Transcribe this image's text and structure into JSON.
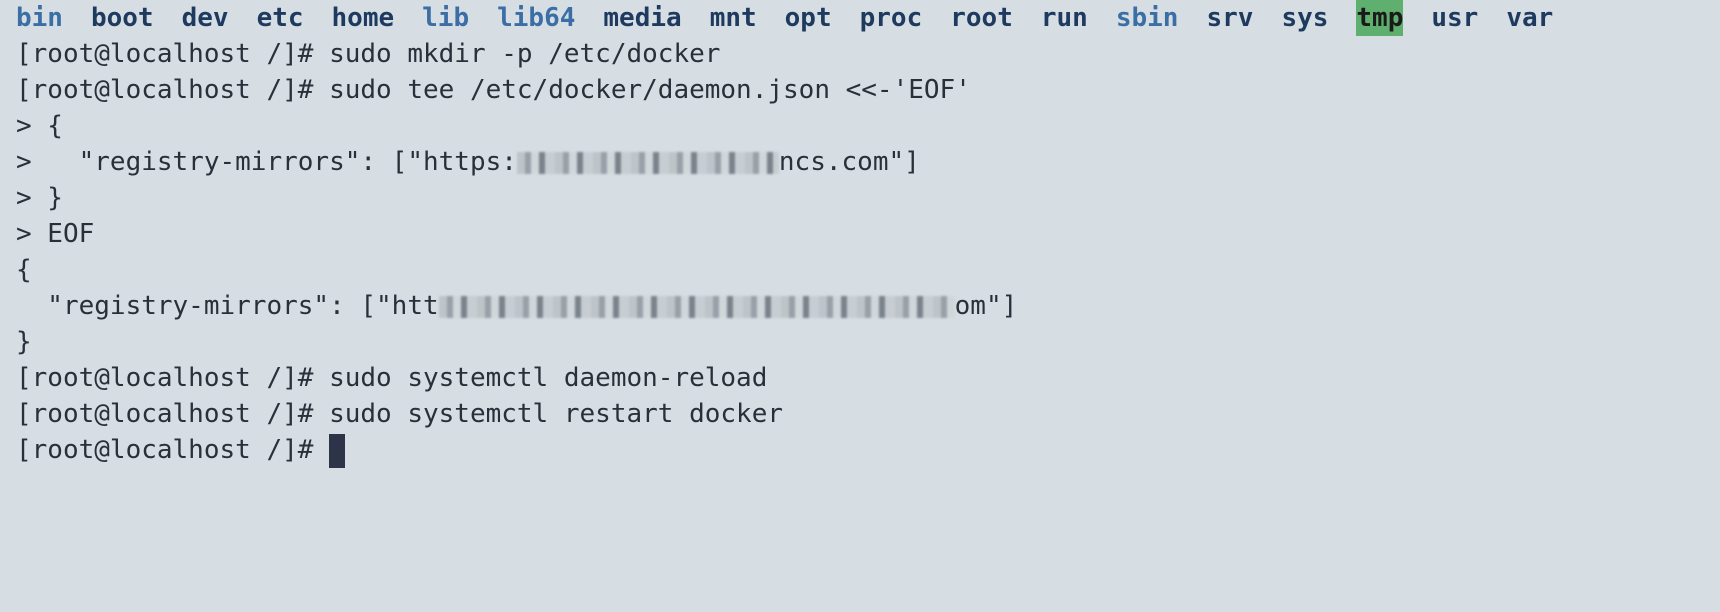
{
  "ls_output": [
    {
      "name": "bin",
      "kind": "link"
    },
    {
      "name": "boot",
      "kind": "dir"
    },
    {
      "name": "dev",
      "kind": "dir"
    },
    {
      "name": "etc",
      "kind": "dir"
    },
    {
      "name": "home",
      "kind": "dir"
    },
    {
      "name": "lib",
      "kind": "link"
    },
    {
      "name": "lib64",
      "kind": "link"
    },
    {
      "name": "media",
      "kind": "dir"
    },
    {
      "name": "mnt",
      "kind": "dir"
    },
    {
      "name": "opt",
      "kind": "dir"
    },
    {
      "name": "proc",
      "kind": "dir"
    },
    {
      "name": "root",
      "kind": "dir"
    },
    {
      "name": "run",
      "kind": "dir"
    },
    {
      "name": "sbin",
      "kind": "link"
    },
    {
      "name": "srv",
      "kind": "dir"
    },
    {
      "name": "sys",
      "kind": "dir"
    },
    {
      "name": "tmp",
      "kind": "sticky"
    },
    {
      "name": "usr",
      "kind": "dir"
    },
    {
      "name": "var",
      "kind": "dir"
    }
  ],
  "lines": {
    "l1": "[root@localhost /]# sudo mkdir -p /etc/docker",
    "l2": "[root@localhost /]# sudo tee /etc/docker/daemon.json <<-'EOF'",
    "l3": "> {",
    "l4_pre": ">   \"registry-mirrors\": [\"https:",
    "l4_post": "ncs.com\"]",
    "l5": "> }",
    "l6": "> EOF",
    "l7": "{",
    "l8_pre": "  \"registry-mirrors\": [\"htt",
    "l8_post": "om\"]",
    "l9": "}",
    "l10": "[root@localhost /]# sudo systemctl daemon-reload",
    "l11": "[root@localhost /]# sudo systemctl restart docker",
    "l12": "[root@localhost /]# "
  },
  "colors": {
    "background": "#d6dee3",
    "text": "#2b2f3a",
    "dir": "#1e3a5f",
    "link": "#3a6ea5",
    "sticky_bg": "#5faf6f",
    "cursor": "#2e3448"
  }
}
